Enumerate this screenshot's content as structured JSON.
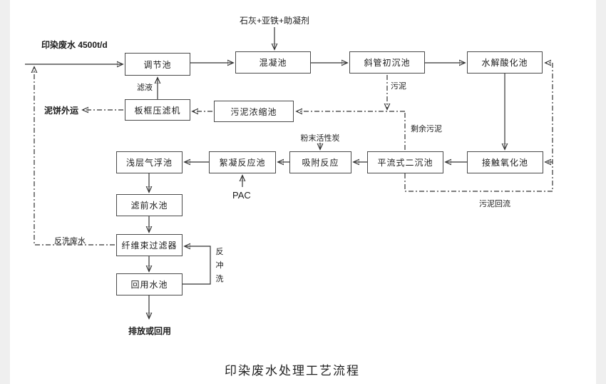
{
  "diagram": {
    "caption": "印染废水处理工艺流程",
    "nodes": {
      "regulating": "调节池",
      "coagulation": "混凝池",
      "primary_sed": "斜管初沉池",
      "hydrolysis": "水解酸化池",
      "filter_press": "板框压滤机",
      "sludge_thickener": "污泥浓缩池",
      "air_flotation": "浅层气浮池",
      "flocculation": "絮凝反应池",
      "adsorption": "吸附反应",
      "secondary_sed": "平流式二沉池",
      "contact_oxidation": "接触氧化池",
      "pre_filter": "滤前水池",
      "fiber_filter": "纤维束过滤器",
      "reuse": "回用水池"
    },
    "labels": {
      "influent": "印染废水 4500t/d",
      "chemicals": "石灰+亚铁+助凝剂",
      "filtrate": "滤液",
      "mud_cake": "泥饼外运",
      "sludge": "污泥",
      "pac_powder": "粉末活性炭",
      "excess_sludge": "剩余污泥",
      "pac": "PAC",
      "sludge_return": "污泥回流",
      "backwash_waste": "反洗废水",
      "backwash": "反冲洗",
      "discharge": "排放或回用"
    },
    "colors": {
      "line": "#333333",
      "box_border": "#4a4a4a",
      "text": "#1c1c1c",
      "background": "#ffffff"
    }
  }
}
